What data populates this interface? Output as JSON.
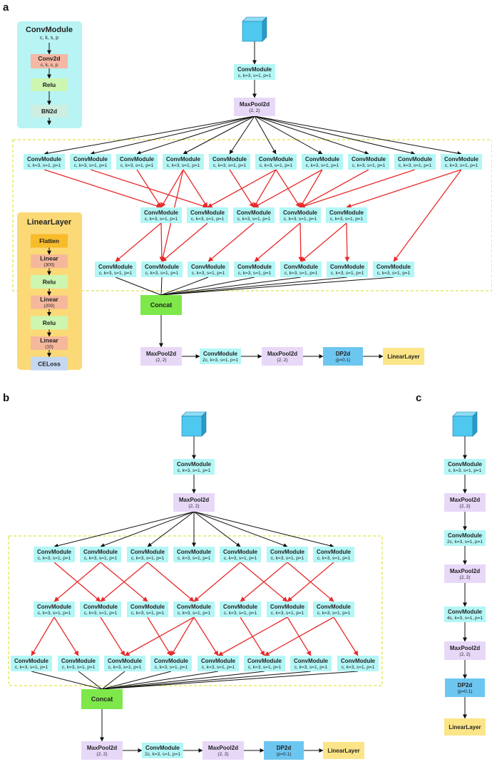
{
  "colors": {
    "conv": "#b3f6f6",
    "pool": "#e8d8f8",
    "concat": "#7ee84a",
    "dp": "#6cc6f0",
    "linear_layer": "#fce588",
    "input_cube_front": "#4fc8f0",
    "input_cube_top": "#8fdcf6",
    "input_cube_side": "#2a9bc8",
    "legend_conv_bg": "#b8f4f4",
    "legend_linear_bg": "#fbd977",
    "conv2d": "#f4b8a4",
    "relu": "#cdf6b0",
    "bn2d": "#cdeee0",
    "flatten": "#f8bc2a",
    "linear": "#f6b89c",
    "celoss": "#c4d8f2",
    "dashed_box": "#d8dc1a",
    "red_arrow": "#e82a2a",
    "black_line": "#111111"
  },
  "panels": {
    "a": "a",
    "b": "b",
    "c": "c"
  },
  "labels": {
    "conv_title": "ConvModule",
    "conv_sub": "c, k=3, s=1, p=1",
    "conv_sub_2c": "2c, k=3, s=1, p=1",
    "conv_sub_4c": "4c, k=3, s=1, p=1",
    "pool_title": "MaxPool2d",
    "pool_sub": "(2, 2)",
    "concat": "Concat",
    "dp_title": "DP2d",
    "dp_sub": "(p=0.1)",
    "linear_layer": "LinearLayer"
  },
  "legend_conv": {
    "title": "ConvModule",
    "subtitle": "c, k, s, p",
    "conv2d": "Conv2d",
    "conv2d_sub": "c, k, s, p",
    "relu": "Relu",
    "bn2d": "BN2d"
  },
  "legend_linear": {
    "title": "LinearLayer",
    "items": [
      {
        "kind": "flatten",
        "label": "Flatten",
        "sub": ""
      },
      {
        "kind": "linear",
        "label": "Linear",
        "sub": "(300)"
      },
      {
        "kind": "relu",
        "label": "Relu",
        "sub": ""
      },
      {
        "kind": "linear",
        "label": "Linear",
        "sub": "(200)"
      },
      {
        "kind": "relu",
        "label": "Relu",
        "sub": ""
      },
      {
        "kind": "linear",
        "label": "Linear",
        "sub": "(10)"
      },
      {
        "kind": "celoss",
        "label": "CELoss",
        "sub": ""
      }
    ]
  }
}
